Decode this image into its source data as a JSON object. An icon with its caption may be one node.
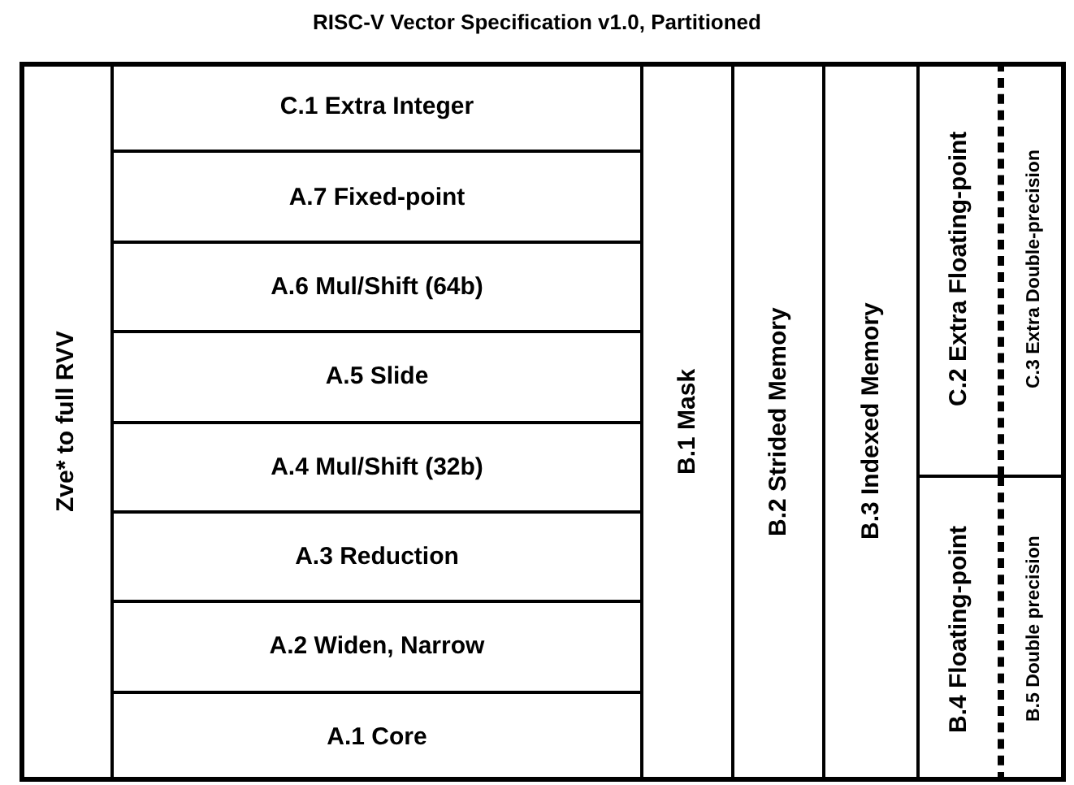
{
  "diagram": {
    "title": "RISC-V Vector Specification v1.0, Partitioned",
    "nodes": [
      {
        "text": [
          "Zve* to full RVV"
        ]
      },
      {
        "text": [
          "C.1 Extra Integer"
        ]
      },
      {
        "text": [
          "A.7 Fixed-point"
        ]
      },
      {
        "text": [
          "A.6 Mul/Shift (64b)"
        ]
      },
      {
        "text": [
          "A.5 Slide"
        ]
      },
      {
        "text": [
          "A.4 Mul/Shift (32b)"
        ]
      },
      {
        "text": [
          "A.3 Reduction"
        ]
      },
      {
        "text": [
          "A.2 Widen, Narrow"
        ]
      },
      {
        "text": [
          "A.1 Core"
        ]
      },
      {
        "text": [
          "B.1 Mask"
        ]
      },
      {
        "text": [
          "B.2 Strided Memory"
        ]
      },
      {
        "text": [
          "B.3 Indexed Memory"
        ]
      },
      {
        "text": [
          "C.2 Extra Floating-point"
        ]
      },
      {
        "text": [
          "C.3 Extra Double-precision"
        ]
      },
      {
        "text": [
          "B.4 Floating-point"
        ]
      },
      {
        "text": [
          "B.5 Double precision"
        ]
      }
    ],
    "edges": []
  }
}
